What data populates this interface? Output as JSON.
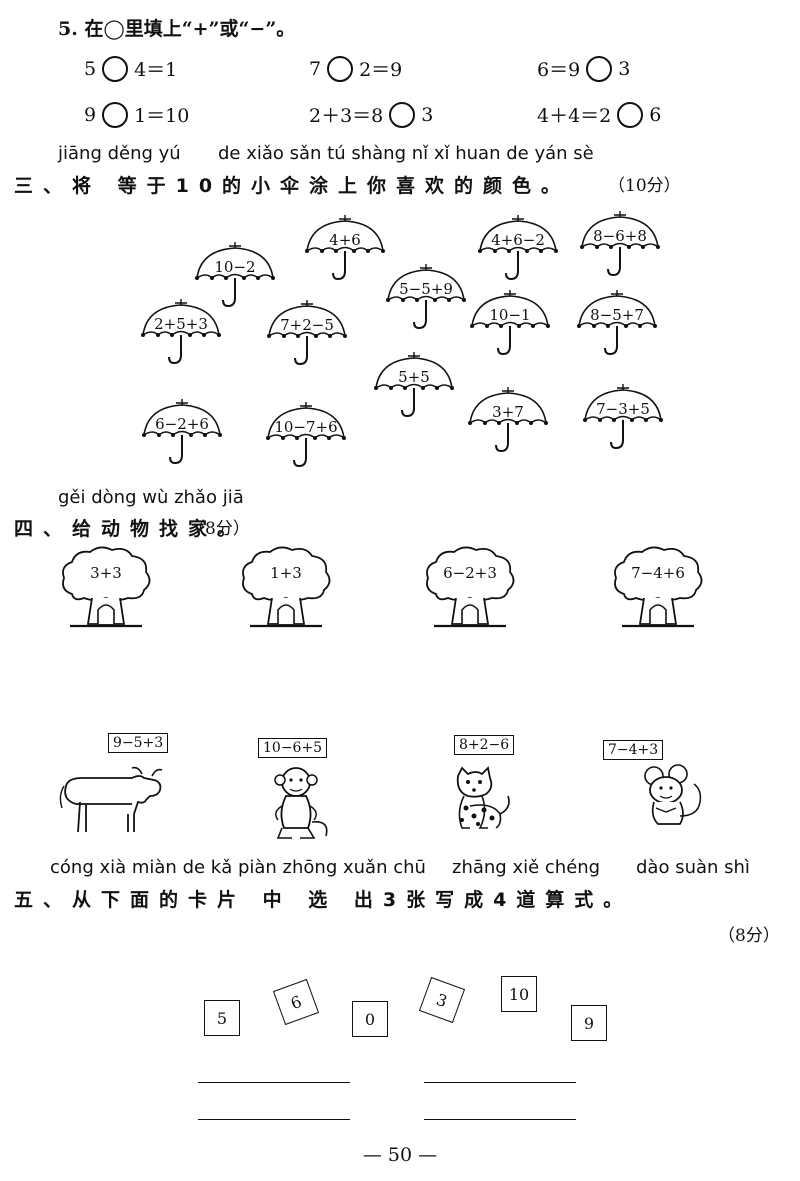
{
  "q5": {
    "title": "5. 在◯里填上“+”或“−”。",
    "rows": [
      [
        {
          "left": "5",
          "right": "4＝1"
        },
        {
          "left": "7",
          "right": "2＝9"
        },
        {
          "left": "6＝9",
          "right": "3"
        }
      ],
      [
        {
          "left": "9",
          "right": "1＝10"
        },
        {
          "left": "2＋3＝8",
          "right": "3"
        },
        {
          "left": "4＋4＝2",
          "right": "6"
        }
      ]
    ]
  },
  "s3": {
    "pinyin_a": "jiāng děng yú",
    "pinyin_b": "de xiǎo sǎn tú shàng nǐ xǐ huan de yán sè",
    "heading": "三、将 等于10的小伞涂上你喜欢的颜色。",
    "score": "（10分）",
    "umbrellas": [
      "10−2",
      "4+6",
      "5−5+9",
      "4+6−2",
      "8−6+8",
      "2+5+3",
      "7+2−5",
      "10−1",
      "8−5+7",
      "5+5",
      "6−2+6",
      "10−7+6",
      "3+7",
      "7−3+5"
    ]
  },
  "s4": {
    "pinyin": "gěi dòng wù zhǎo jiā",
    "heading": "四、给动物找家。",
    "score": "（8分）",
    "trees": [
      "3+3",
      "1+3",
      "6−2+3",
      "7−4+6"
    ],
    "animals": [
      {
        "icon": "ox-icon",
        "label": "9−5+3"
      },
      {
        "icon": "monkey-icon",
        "label": "10−6+5"
      },
      {
        "icon": "leopard-icon",
        "label": "8+2−6"
      },
      {
        "icon": "mouse-icon",
        "label": "7−4+3"
      }
    ]
  },
  "s5": {
    "pinyin_a": "cóng xià miàn de kǎ piàn zhōng xuǎn chū",
    "pinyin_b": "zhāng xiě chéng",
    "pinyin_c": "dào suàn shì",
    "heading": "五、从下面的卡片 中 选 出3张写成4道算式。",
    "score": "（8分）",
    "cards": [
      "5",
      "6",
      "0",
      "3",
      "10",
      "9"
    ]
  },
  "page_number": "— 50 —"
}
